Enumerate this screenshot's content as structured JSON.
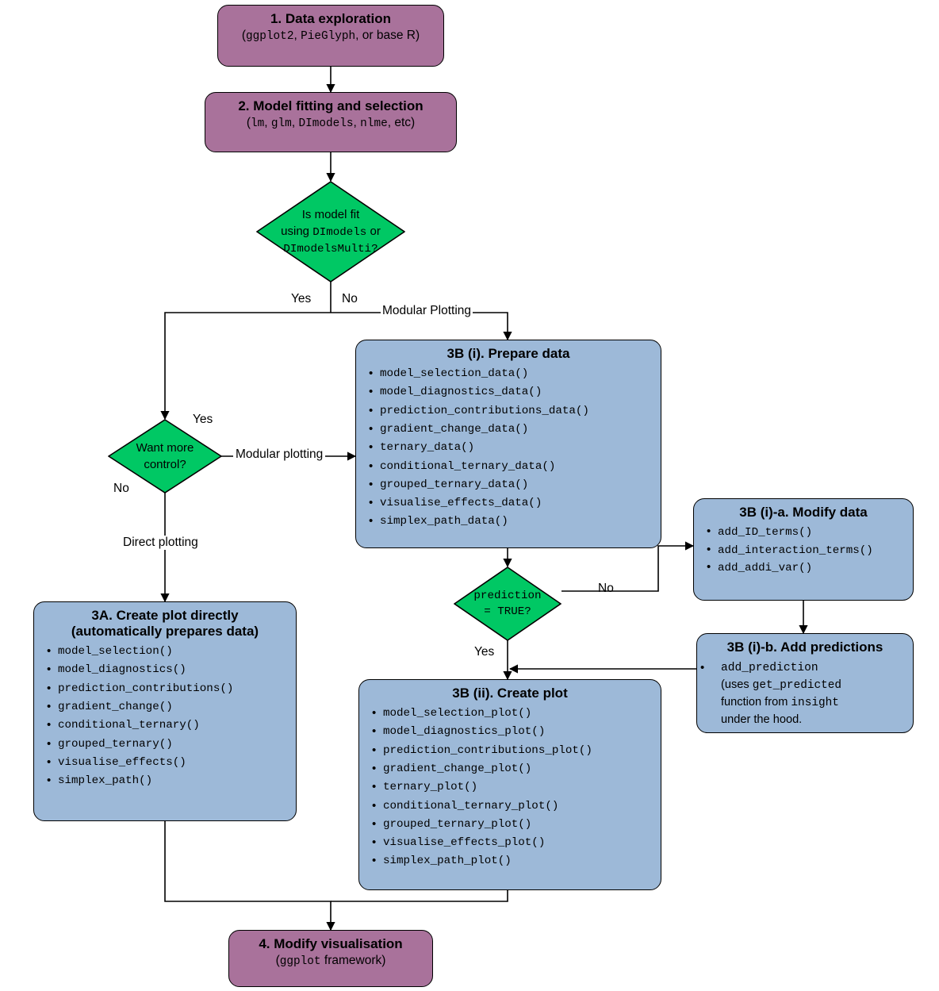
{
  "diagram": {
    "title": "DImodelsVis workflow flowchart",
    "colors": {
      "purple_node": "#a9729b",
      "blue_node": "#9db9d8",
      "green_decision": "#00c864",
      "edge": "#000000"
    }
  },
  "nodes": {
    "step1": {
      "title": "1. Data exploration",
      "sub_open": "(",
      "sub_a": "ggplot2",
      "sub_mid1": ", ",
      "sub_b": "PieGlyph",
      "sub_mid2": ", or base R)"
    },
    "step2": {
      "title": "2. Model fitting and selection",
      "sub_open": "(",
      "sub_a": "lm",
      "sub_mid1": ", ",
      "sub_b": "glm",
      "sub_mid2": ", ",
      "sub_c": "DImodels",
      "sub_mid3": ", ",
      "sub_d": "nlme",
      "sub_end": ", etc)"
    },
    "decision1": {
      "line1": "Is model fit",
      "line2_pre": "using ",
      "line2_mono": "DImodels",
      "line2_post": " or",
      "line3_mono": "DImodelsMulti?"
    },
    "decision2": {
      "line1": "Want more",
      "line2": "control?"
    },
    "decision3": {
      "line1": "prediction",
      "line2": "= TRUE?"
    },
    "step3a": {
      "title_line1": "3A. Create plot directly",
      "title_line2": "(automatically prepares data)",
      "items": [
        "model_selection()",
        "model_diagnostics()",
        "prediction_contributions()",
        "gradient_change()",
        "conditional_ternary()",
        "grouped_ternary()",
        "visualise_effects()",
        "simplex_path()"
      ]
    },
    "step3bi": {
      "title": "3B (i). Prepare data",
      "items": [
        "model_selection_data()",
        "model_diagnostics_data()",
        "prediction_contributions_data()",
        "gradient_change_data()",
        "ternary_data()",
        "conditional_ternary_data()",
        "grouped_ternary_data()",
        "visualise_effects_data()",
        "simplex_path_data()"
      ]
    },
    "step3bii": {
      "title": "3B (ii). Create plot",
      "items": [
        "model_selection_plot()",
        "model_diagnostics_plot()",
        "prediction_contributions_plot()",
        "gradient_change_plot()",
        "ternary_plot()",
        "conditional_ternary_plot()",
        "grouped_ternary_plot()",
        "visualise_effects_plot()",
        "simplex_path_plot()"
      ]
    },
    "step3bia": {
      "title": "3B (i)-a. Modify data",
      "items": [
        "add_ID_terms()",
        "add_interaction_terms()",
        "add_addi_var()"
      ]
    },
    "step3bib": {
      "title": "3B (i)-b. Add predictions",
      "line1_mono": "add_prediction",
      "line2_pre": "(uses ",
      "line2_mono": "get_predicted",
      "line3_pre": "function from ",
      "line3_mono": "insight",
      "line4": "under the hood."
    },
    "step4": {
      "title": "4. Modify visualisation",
      "sub_open": "(",
      "sub_mono": "ggplot",
      "sub_end": " framework)"
    }
  },
  "edge_labels": {
    "yes_d1": "Yes",
    "no_d1": "No",
    "modular_plotting_caps": "Modular Plotting",
    "yes_d2": "Yes",
    "no_d2": "No",
    "modular_plotting": "Modular plotting",
    "direct_plotting": "Direct plotting",
    "no_d3": "No",
    "yes_d3": "Yes"
  }
}
